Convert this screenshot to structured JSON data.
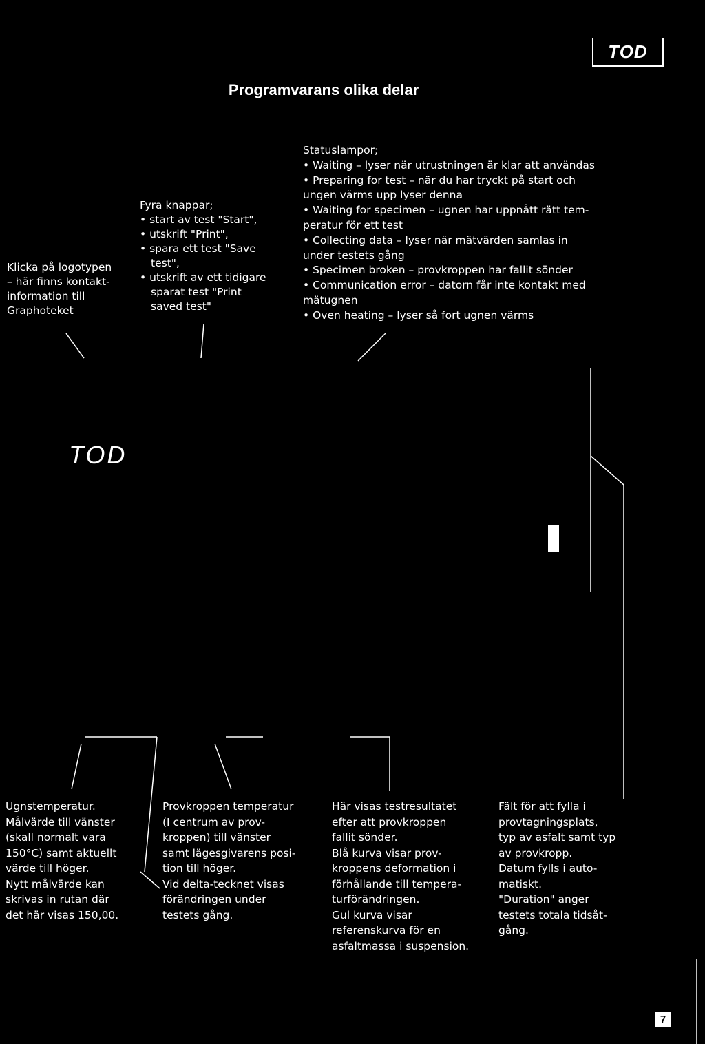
{
  "corner_logo": "TOD",
  "title": "Programvarans olika delar",
  "logo_note": [
    "Klicka på logotypen",
    "– här finns kontakt-",
    "information till",
    "Graphoteket"
  ],
  "buttons_note": [
    "Fyra knappar;",
    "• start av test \"Start\",",
    "• utskrift \"Print\",",
    "• spara ett test \"Save",
    "test\",",
    "• utskrift av ett tidigare",
    "sparat test \"Print",
    "saved test\""
  ],
  "status_note": [
    "Statuslampor;",
    "• Waiting – lyser när utrustningen är klar att användas",
    "• Preparing for test – när du har tryckt på start och",
    "ungen värms upp lyser denna",
    "• Waiting for specimen – ugnen har uppnått rätt tem-",
    "peratur för ett test",
    "• Collecting data – lyser när mätvärden samlas in",
    "under testets gång",
    "• Specimen broken – provkroppen har fallit sönder",
    "• Communication error – datorn får inte kontakt med",
    "mätugnen",
    "• Oven heating – lyser så fort ugnen värms"
  ],
  "screenshot_logo": "TOD",
  "oven_note": [
    "Ugnstemperatur.",
    "Målvärde till vänster",
    "(skall normalt vara",
    "150°C) samt aktuellt",
    "värde till höger.",
    "Nytt målvärde kan",
    "skrivas in rutan där",
    "det här visas 150,00."
  ],
  "specimen_note": [
    "Provkroppen temperatur",
    "(I centrum av prov-",
    "kroppen) till vänster",
    "samt lägesgivarens posi-",
    "tion till höger.",
    "Vid delta-tecknet visas",
    "förändringen under",
    "testets gång."
  ],
  "results_note": [
    "Här visas testresultatet",
    "efter att provkroppen",
    "fallit sönder.",
    "Blå kurva visar prov-",
    "kroppens deformation i",
    "förhållande till tempera-",
    "turförändringen.",
    "Gul kurva visar",
    "referenskurva för en",
    "asfaltmassa i suspension."
  ],
  "fields_note": [
    "Fält för att fylla i",
    "provtagningsplats,",
    "typ av asfalt samt typ",
    "av provkropp.",
    "Datum fylls i auto-",
    "matiskt.",
    "\"Duration\" anger",
    "testets totala tidsåt-",
    "gång."
  ],
  "page_number": "7"
}
